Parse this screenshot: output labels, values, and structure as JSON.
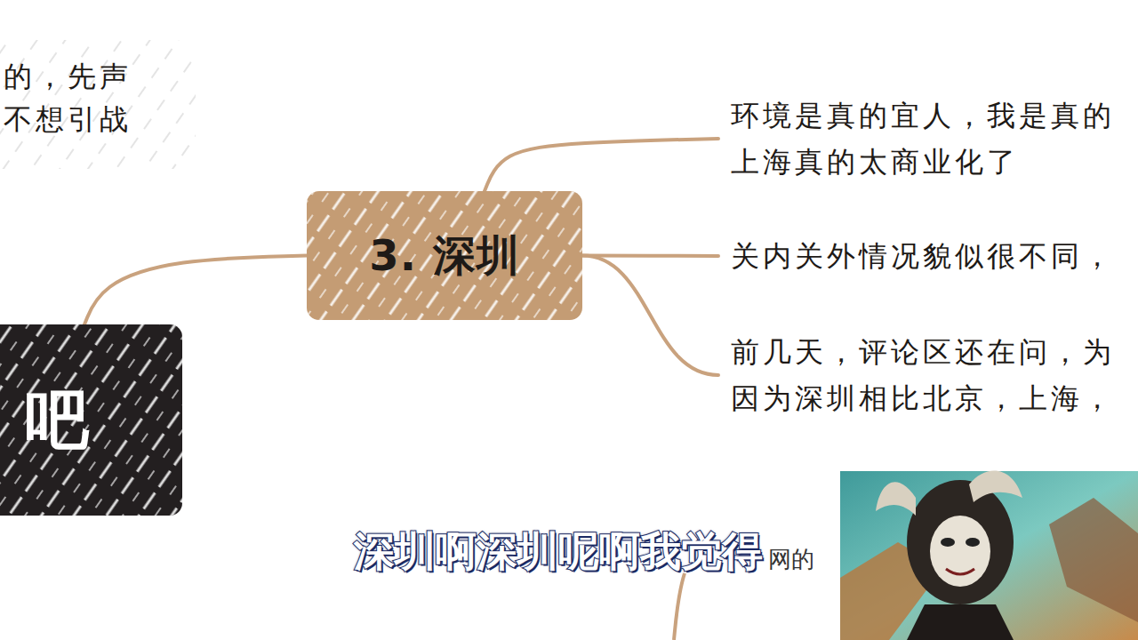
{
  "diagram": {
    "nodes": [
      {
        "text": [
          "吧"
        ]
      },
      {
        "text": [
          "3. 深圳"
        ]
      },
      {
        "text": [
          "环境是真的宜人，我是真的 上海真的太商业化了"
        ]
      },
      {
        "text": [
          "关内关外情况貌似很不同，"
        ]
      },
      {
        "text": [
          "前几天，评论区还在问，为 因为深圳相比北京，上海，"
        ]
      }
    ],
    "edges": [
      {
        "from": 0,
        "to": 1,
        "arrow": "none"
      },
      {
        "from": 1,
        "to": 2,
        "arrow": "none"
      },
      {
        "from": 1,
        "to": 3,
        "arrow": "none"
      },
      {
        "from": 1,
        "to": 4,
        "arrow": "none"
      }
    ],
    "labels": [
      "的，先声 不想引战",
      "深圳啊深圳呢啊我觉得",
      "网的"
    ]
  }
}
